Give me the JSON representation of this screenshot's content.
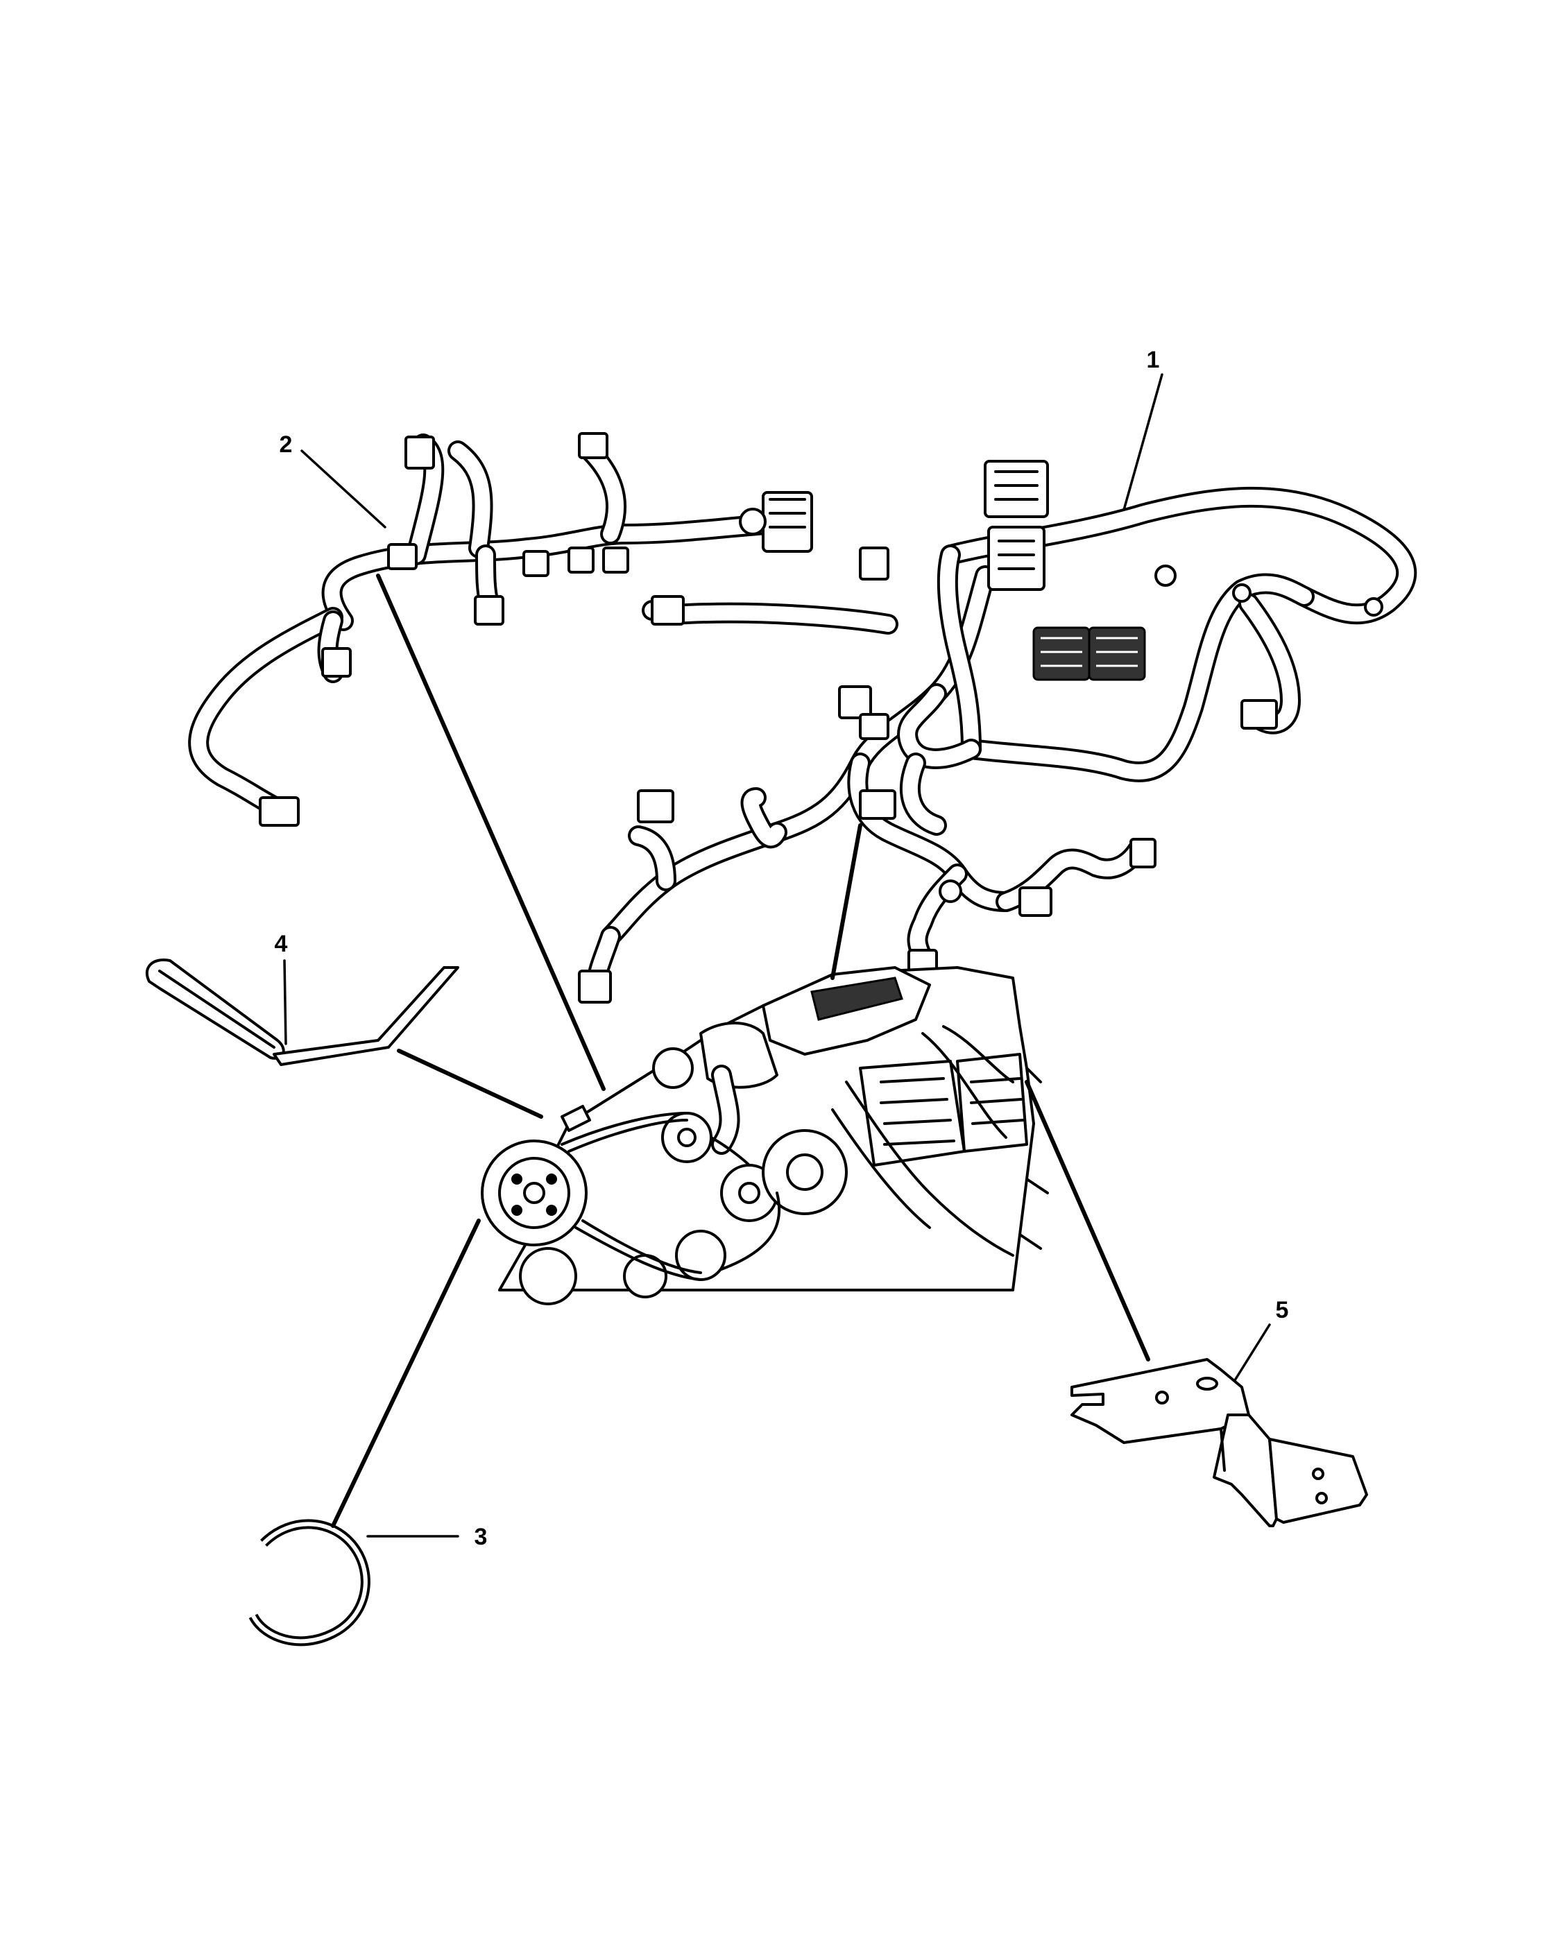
{
  "diagram": {
    "callouts": [
      {
        "id": "1",
        "label": "1"
      },
      {
        "id": "2",
        "label": "2"
      },
      {
        "id": "3",
        "label": "3"
      },
      {
        "id": "4",
        "label": "4"
      },
      {
        "id": "5",
        "label": "5"
      }
    ],
    "colors": {
      "line": "#000000",
      "background": "#ffffff",
      "shade": "#333333"
    }
  }
}
